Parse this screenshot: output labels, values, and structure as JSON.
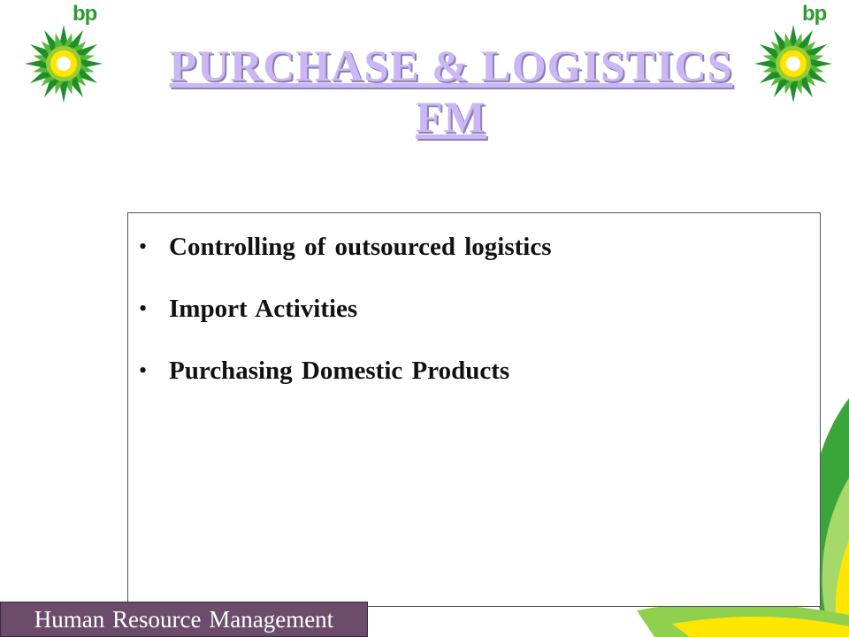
{
  "logo": {
    "text": "bp",
    "icon": "bp-helios-sun-icon",
    "colors": {
      "green": "#2e9b2e",
      "yellow": "#ffe600",
      "white": "#ffffff"
    }
  },
  "slide": {
    "title_line1": "PURCHASE & LOGISTICS",
    "title_line2": "FM",
    "title_color": "#c9b8f5",
    "bullets": [
      {
        "text": "Controlling of outsourced logistics"
      },
      {
        "text": "Import Activities"
      },
      {
        "text": "Purchasing Domestic Products"
      }
    ]
  },
  "footer": {
    "label": "Human Resource Management",
    "background": "#6b4d6b"
  }
}
